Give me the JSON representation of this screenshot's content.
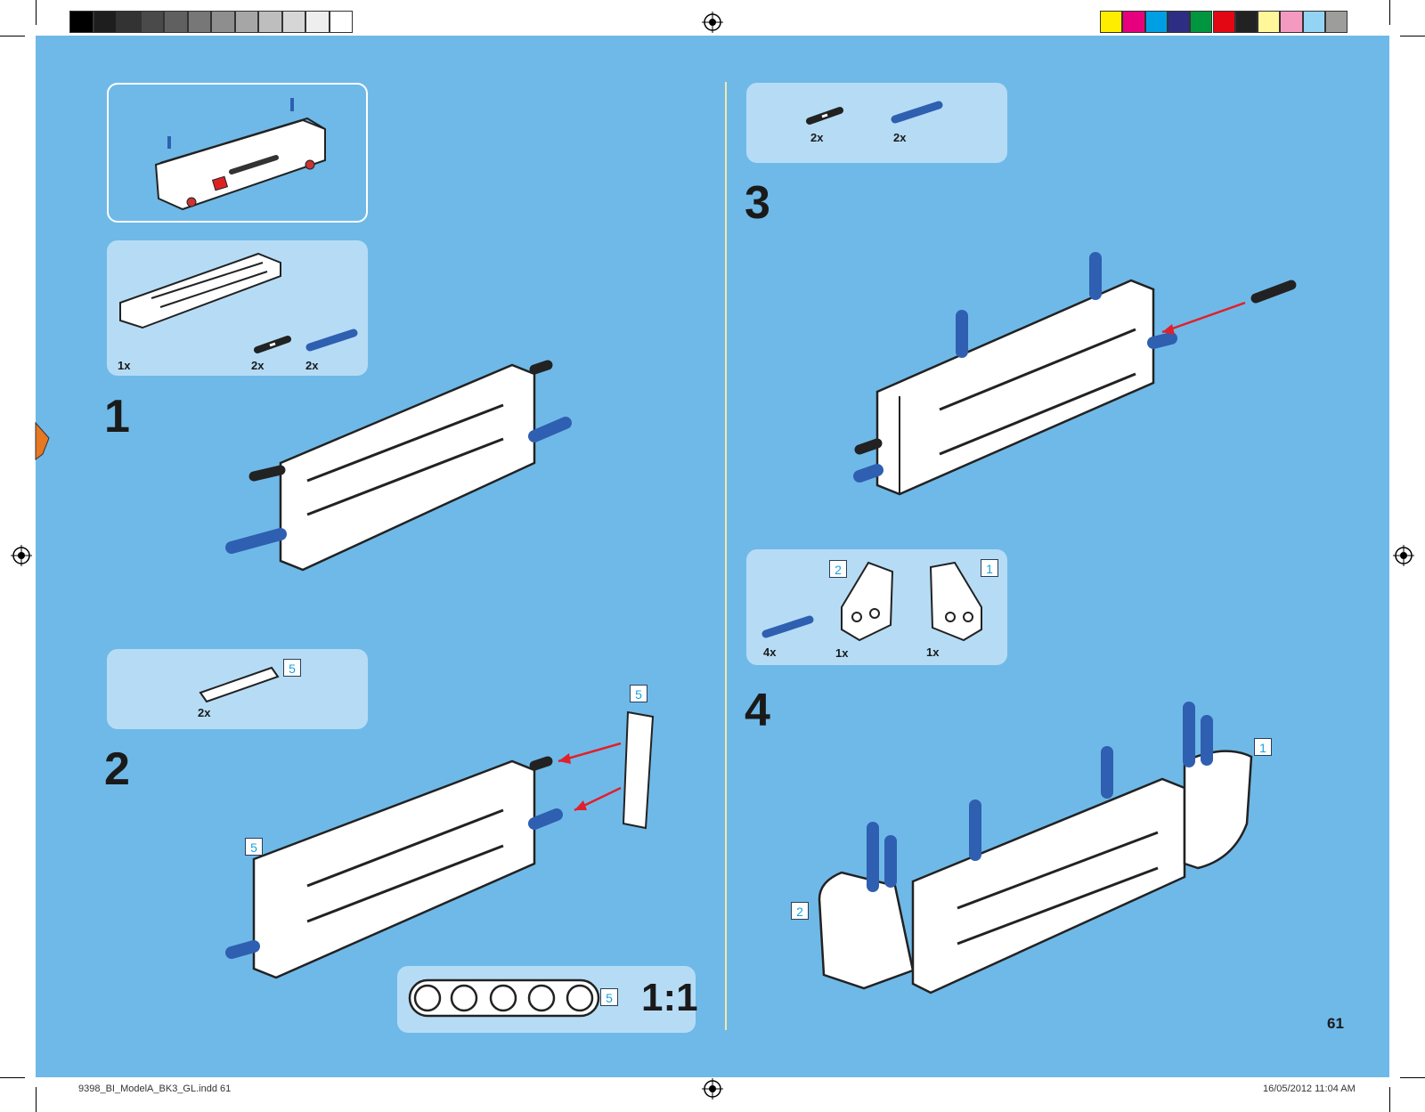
{
  "page": {
    "number": "61",
    "slug_left": "9398_BI_ModelA_BK3_GL.indd   61",
    "slug_right": "16/05/2012   11:04 AM",
    "colors": {
      "background": "#6fb9e8",
      "panel": "#b6dcf5",
      "divider": "#f5e9a6",
      "axle": "#2f5fb0",
      "arrow": "#e0202a",
      "length_box_text": "#1aa2dd"
    }
  },
  "color_bars": {
    "gray": [
      "#000000",
      "#1e1e1e",
      "#333333",
      "#4a4a4a",
      "#606060",
      "#777777",
      "#8e8e8e",
      "#a6a6a6",
      "#bebebe",
      "#d6d6d6",
      "#eeeeee",
      "#ffffff"
    ],
    "process": [
      "#ffed00",
      "#e6007e",
      "#009fe3",
      "#2d2e83",
      "#009640",
      "#e30613",
      "#222222",
      "#fff799",
      "#f49ac1",
      "#93d4f4",
      "#9d9d9c"
    ]
  },
  "steps": [
    {
      "number": "1",
      "parts": [
        {
          "qty": "1x",
          "part": "beam-panel"
        },
        {
          "qty": "2x",
          "part": "black-friction-pin"
        },
        {
          "qty": "2x",
          "part": "blue-axle-pin"
        }
      ]
    },
    {
      "number": "2",
      "parts": [
        {
          "qty": "2x",
          "part": "beam-5",
          "length": "5"
        }
      ],
      "callouts": [
        "5",
        "5"
      ]
    },
    {
      "number": "3",
      "parts": [
        {
          "qty": "2x",
          "part": "black-friction-pin"
        },
        {
          "qty": "2x",
          "part": "blue-axle-pin"
        }
      ]
    },
    {
      "number": "4",
      "parts": [
        {
          "qty": "4x",
          "part": "blue-axle-pin"
        },
        {
          "qty": "1x",
          "part": "corner-panel",
          "label": "2"
        },
        {
          "qty": "1x",
          "part": "corner-panel",
          "label": "1"
        }
      ],
      "callouts": [
        "1",
        "2"
      ]
    }
  ],
  "scale_box": {
    "length": "5",
    "ratio": "1:1"
  }
}
